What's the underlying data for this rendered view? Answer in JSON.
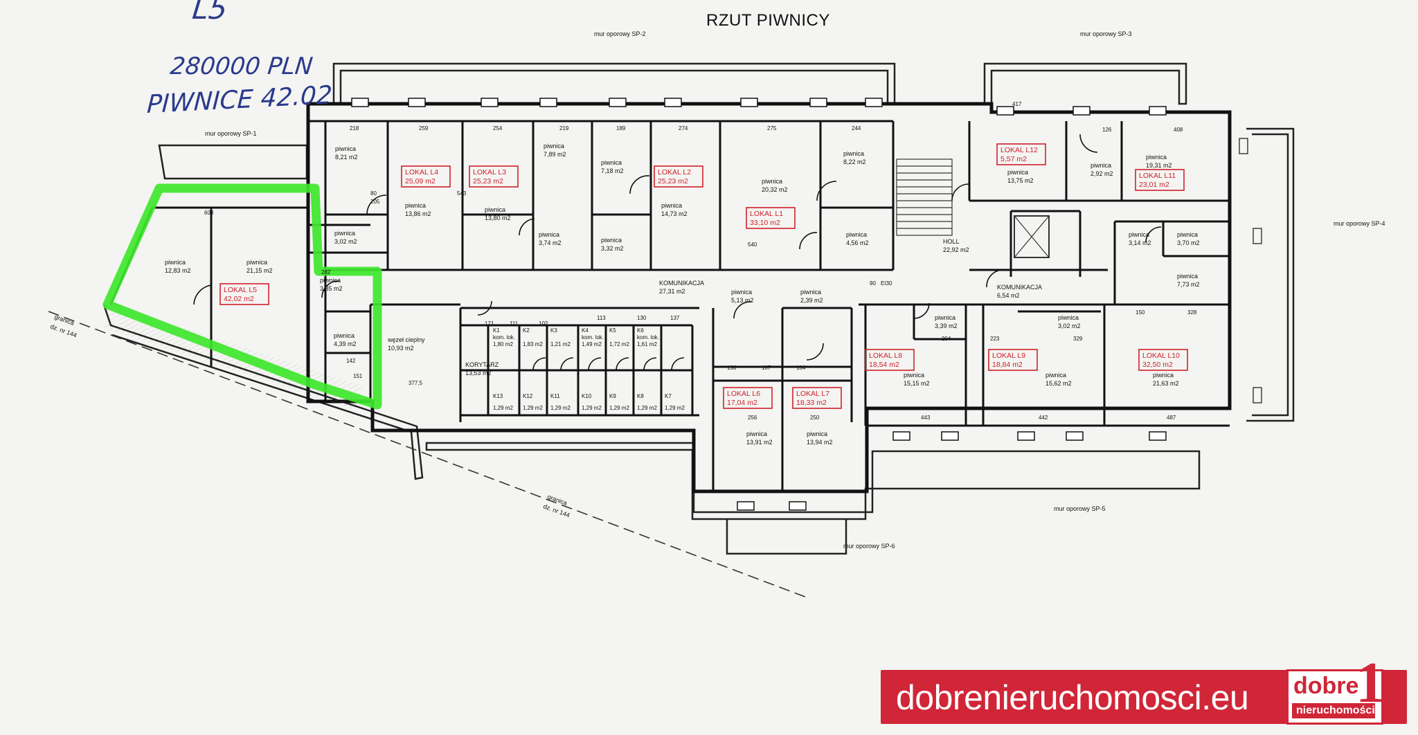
{
  "title": "RZUT PIWNICY",
  "handwritten": {
    "unit": "L5",
    "price": "280000 PLN",
    "area": "PIWNICE 42.02"
  },
  "walls": {
    "sp1": "mur oporowy SP-1",
    "sp2": "mur oporowy SP-2",
    "sp3": "mur oporowy SP-3",
    "sp4": "mur oporowy SP-4",
    "sp5": "mur oporowy SP-5",
    "sp6": "mur oporowy SP-6"
  },
  "boundary": {
    "west_1": "granica",
    "west_2": "dz. nr 144",
    "south_1": "granica",
    "south_2": "dz. nr 144"
  },
  "units": [
    {
      "id": "L1",
      "name": "LOKAL L1",
      "area": "33,10 m2"
    },
    {
      "id": "L2",
      "name": "LOKAL L2",
      "area": "25,23 m2"
    },
    {
      "id": "L3",
      "name": "LOKAL L3",
      "area": "25,23 m2"
    },
    {
      "id": "L4",
      "name": "LOKAL L4",
      "area": "25,09 m2"
    },
    {
      "id": "L5",
      "name": "LOKAL L5",
      "area": "42,02 m2"
    },
    {
      "id": "L6",
      "name": "LOKAL L6",
      "area": "17,04 m2"
    },
    {
      "id": "L7",
      "name": "LOKAL L7",
      "area": "18,33 m2"
    },
    {
      "id": "L8",
      "name": "LOKAL L8",
      "area": "18,54 m2"
    },
    {
      "id": "L9",
      "name": "LOKAL L9",
      "area": "18,84 m2"
    },
    {
      "id": "L10",
      "name": "LOKAL L10",
      "area": "32,50 m2"
    },
    {
      "id": "L11",
      "name": "LOKAL L11",
      "area": "23,01 m2"
    },
    {
      "id": "L12",
      "name": "LOKAL L12",
      "area": "5,57 m2"
    }
  ],
  "rooms": {
    "piwnica": "piwnica",
    "komunikacja": "KOMUNIKACJA",
    "korytarz": "KORYTARZ",
    "holl": "HOLL",
    "wezel": "węzeł cieplny",
    "kom_lok": "kom. lok.",
    "a_821": "8,21 m2",
    "a_1386": "13,86 m2",
    "a_1380": "13,80 m2",
    "a_374": "3,74 m2",
    "a_789": "7,89 m2",
    "a_718": "7,18 m2",
    "a_332": "3,32 m2",
    "a_1473": "14,73 m2",
    "a_2032": "20,32 m2",
    "a_822": "8,22 m2",
    "a_456": "4,56 m2",
    "a_302": "3,02 m2",
    "a_1283": "12,83 m2",
    "a_2115": "21,15 m2",
    "a_385": "3,85 m2",
    "a_439": "4,39 m2",
    "a_1093": "10,93 m2",
    "a_2731": "27,31 m2",
    "a_513": "5,13 m2",
    "a_239": "2,39 m2",
    "a_1391": "13,91 m2",
    "a_1394": "13,94 m2",
    "a_1375": "13,75 m2",
    "a_292": "2,92 m2",
    "a_1931": "19,31 m2",
    "a_2292": "22,92 m2",
    "a_314": "3,14 m2",
    "a_370": "3,70 m2",
    "a_773": "7,73 m2",
    "a_654": "6,54 m2",
    "a_339": "3,39 m2",
    "a_1515": "15,15 m2",
    "a_1562": "15,62 m2",
    "a_2163": "21,63 m2",
    "a_1353": "13,53 m2"
  },
  "dims": [
    "218",
    "259",
    "254",
    "219",
    "189",
    "274",
    "275",
    "244",
    "417",
    "126",
    "408",
    "608",
    "282",
    "142",
    "151",
    "377,5",
    "171",
    "111",
    "102",
    "113",
    "130",
    "137",
    "136",
    "107",
    "104",
    "256",
    "250",
    "443",
    "442",
    "487",
    "150",
    "328",
    "223",
    "204",
    "329",
    "80",
    "205",
    "90",
    "EI30",
    "540",
    "543"
  ],
  "storage": [
    {
      "id": "K1",
      "area": "1,80 m2"
    },
    {
      "id": "K2",
      "area": "1,83 m2"
    },
    {
      "id": "K3",
      "area": "1,21 m2"
    },
    {
      "id": "K4",
      "area": "1,49 m2"
    },
    {
      "id": "K5",
      "area": "1,72 m2"
    },
    {
      "id": "K6",
      "area": "1,61 m2"
    },
    {
      "id": "K7",
      "area": "1,29 m2"
    },
    {
      "id": "K8",
      "area": "1,29 m2"
    },
    {
      "id": "K9",
      "area": "1,29 m2"
    },
    {
      "id": "K10",
      "area": "1,29 m2"
    },
    {
      "id": "K11",
      "area": "1,29 m2"
    },
    {
      "id": "K12",
      "area": "1,29 m2"
    },
    {
      "id": "K13",
      "area": "1,29 m2"
    }
  ],
  "banner": {
    "url": "dobrenieruchomosci.eu",
    "logo_word": "dobre",
    "logo_digit": "1",
    "logo_sub": "nieruchomości"
  },
  "colors": {
    "highlight": "#3ee62c",
    "unit_label": "#d0202a",
    "brand": "#d02638",
    "ink": "#2a3a8c"
  }
}
